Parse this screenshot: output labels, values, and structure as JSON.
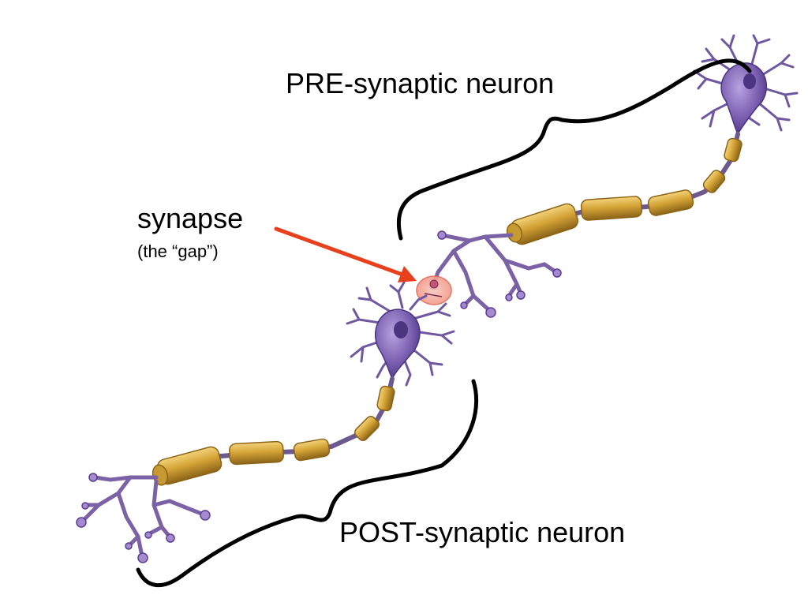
{
  "labels": {
    "pre_synaptic": "PRE-synaptic neuron",
    "synapse": "synapse",
    "gap": "(the “gap”)",
    "post_synaptic": "POST-synaptic neuron"
  },
  "colors": {
    "arrow": "#e8401c",
    "synapse_circle_fill": "#f6b3a6",
    "synapse_circle_stroke": "#e06b55",
    "cell_body": "#7a5fb0",
    "cell_body_dark": "#4b3480",
    "nucleus": "#5a3d93",
    "dendrite": "#7b62a6",
    "myelin": "#d4a436",
    "myelin_dark": "#8c6418",
    "axon": "#6c5a8f",
    "bracket": "#000000"
  },
  "icons": {
    "pre_neuron": "neuron-icon",
    "post_neuron": "neuron-icon",
    "synapse_marker": "synapse-circle-icon",
    "pointer_arrow": "arrow-icon"
  }
}
